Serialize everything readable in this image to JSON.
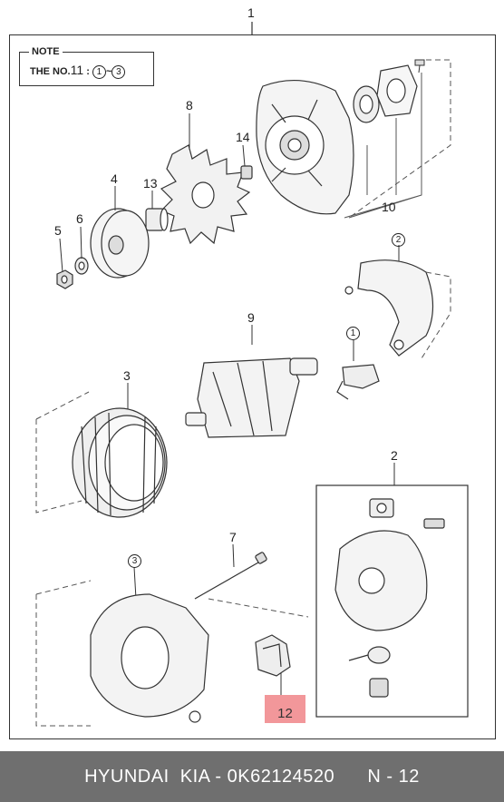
{
  "diagram": {
    "main_label": "1",
    "note": {
      "title": "NOTE",
      "prefix": "THE NO.",
      "number": "11",
      "separator": " : ",
      "range_start": "1",
      "tilde": "~",
      "range_end": "3"
    },
    "part_labels": {
      "p8": "8",
      "p14": "14",
      "p13": "13",
      "p4": "4",
      "p5": "5",
      "p6": "6",
      "p10": "10",
      "p9": "9",
      "p3": "3",
      "p2": "2",
      "p7": "7",
      "p12": "12",
      "c2": "2",
      "c1": "1",
      "c3": "3"
    },
    "highlight_color": "#f2979a"
  },
  "footer": {
    "text": "HYUNDAI  KIA - 0K62124520      N - 12"
  }
}
